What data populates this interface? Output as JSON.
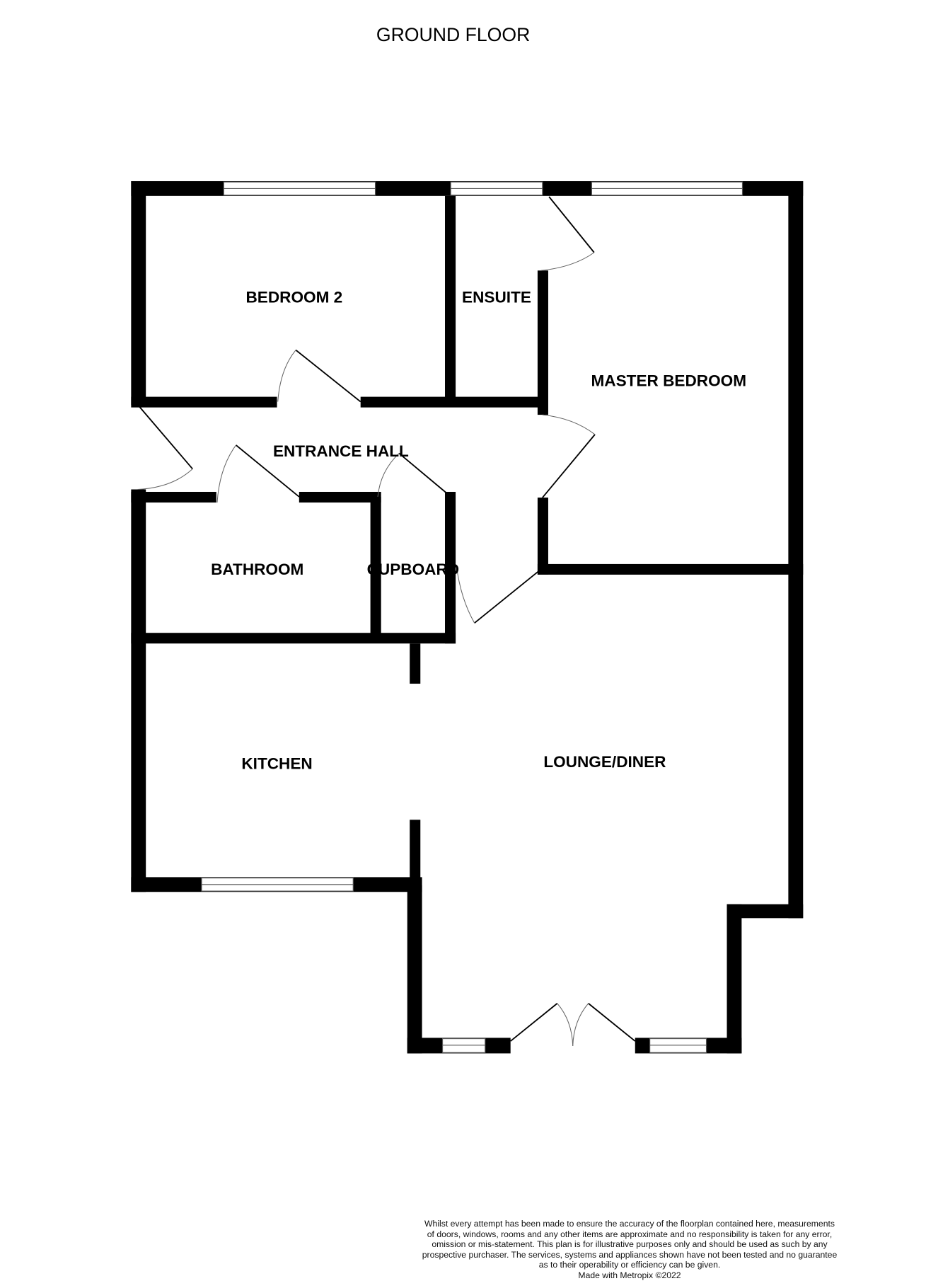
{
  "title": "GROUND FLOOR",
  "rooms": {
    "bedroom2": "BEDROOM 2",
    "ensuite": "ENSUITE",
    "master_bedroom": "MASTER BEDROOM",
    "entrance_hall": "ENTRANCE HALL",
    "bathroom": "BATHROOM",
    "cupboard": "CUPBOARD",
    "kitchen": "KITCHEN",
    "lounge_diner": "LOUNGE/DINER"
  },
  "disclaimer": {
    "lines": [
      "Whilst every attempt has been made to ensure the accuracy of the floorplan contained here, measurements",
      "of doors, windows, rooms and any other items are approximate and no responsibility is taken for any error,",
      "omission or mis-statement. This plan is for illustrative purposes only and should be used as such by any",
      "prospective purchaser. The services, systems and appliances shown have not been tested and no guarantee",
      "as to their operability or efficiency can be given."
    ],
    "credit": "Made with Metropix ©2022"
  }
}
